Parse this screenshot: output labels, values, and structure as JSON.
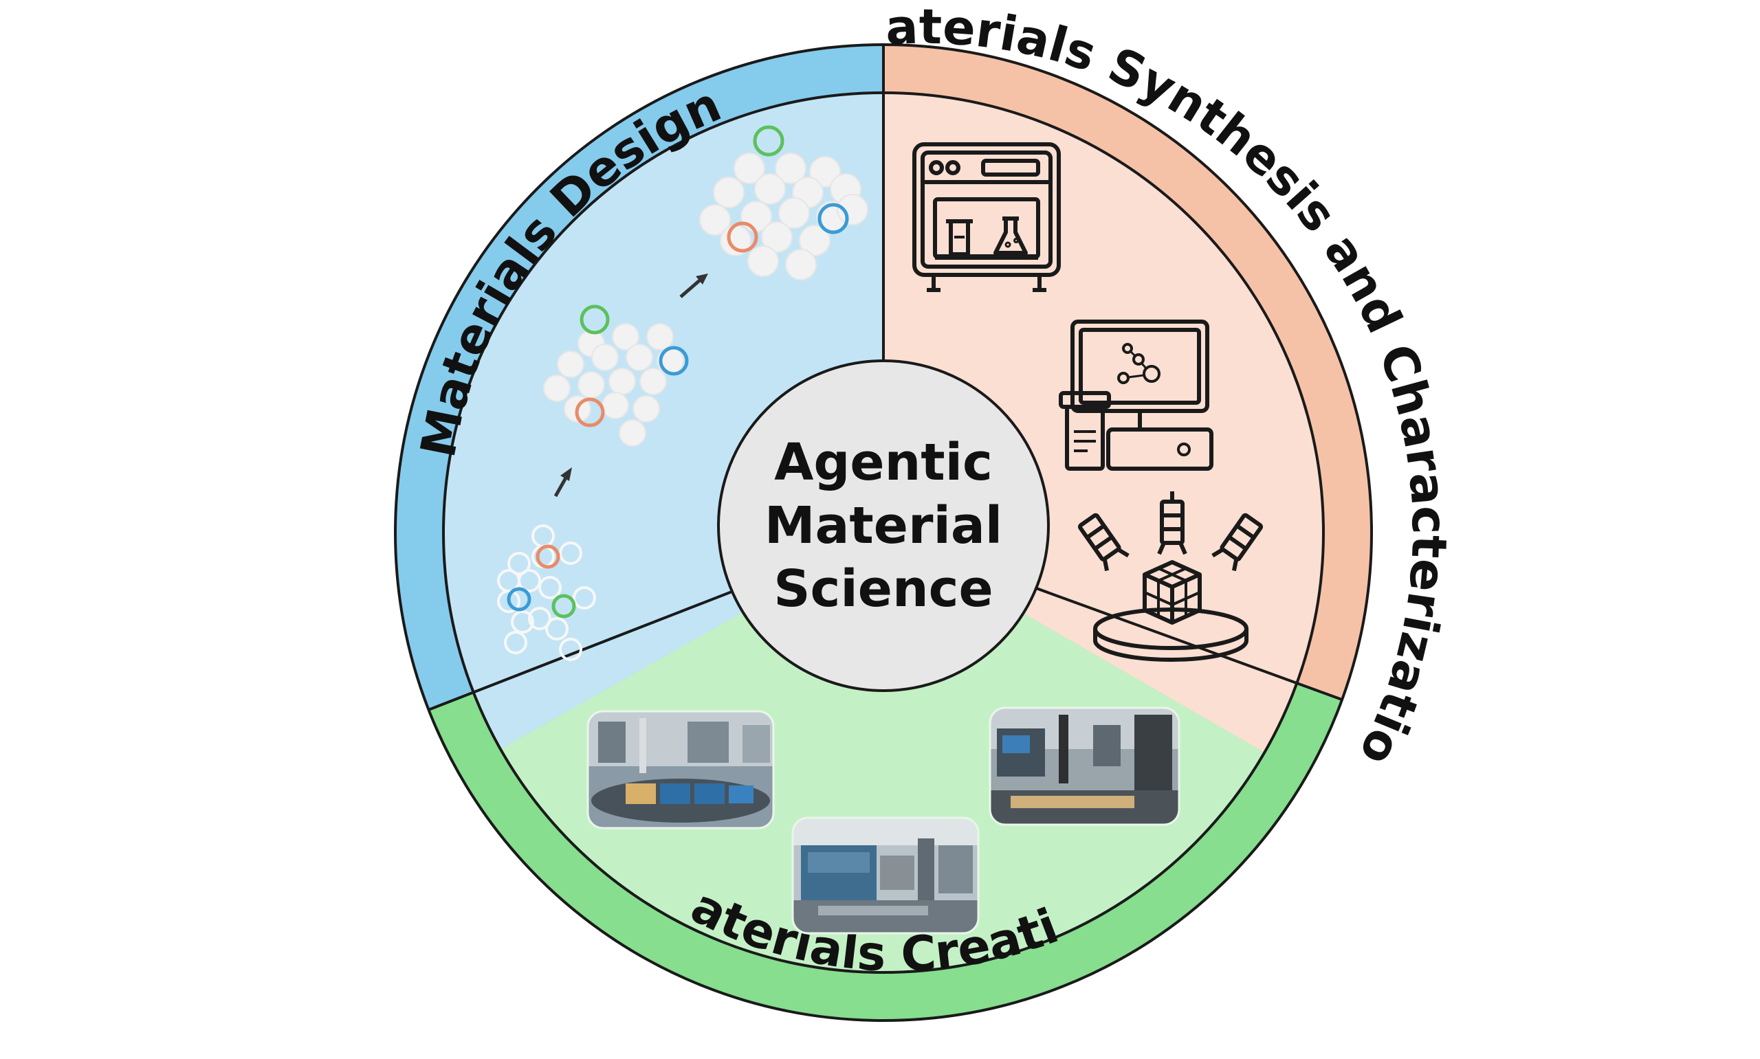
{
  "center": {
    "lines": [
      "Agentic",
      "Material",
      "Science"
    ]
  },
  "sectors": {
    "design": {
      "label": "Materials Design",
      "outer_color": "#85CBEC",
      "inner_color": "#C3E4F5"
    },
    "synthesis": {
      "label": "Materials Synthesis  and Characterization",
      "outer_color": "#F5C2A8",
      "inner_color": "#FADFD2"
    },
    "creation": {
      "label": "Materials Creation",
      "outer_color": "#86DE8E",
      "inner_color": "#C4F0C6"
    }
  },
  "icons": {
    "synthesis": [
      "lab-instrument-icon",
      "computer-molecule-icon",
      "robot-arms-cube-icon"
    ],
    "creation": [
      "autonomous-lab-photo-1",
      "autonomous-lab-photo-2",
      "autonomous-lab-photo-3"
    ]
  },
  "highlight_colors": {
    "green": "#5CC15C",
    "blue": "#3A9BD6",
    "orange": "#E98B68"
  }
}
